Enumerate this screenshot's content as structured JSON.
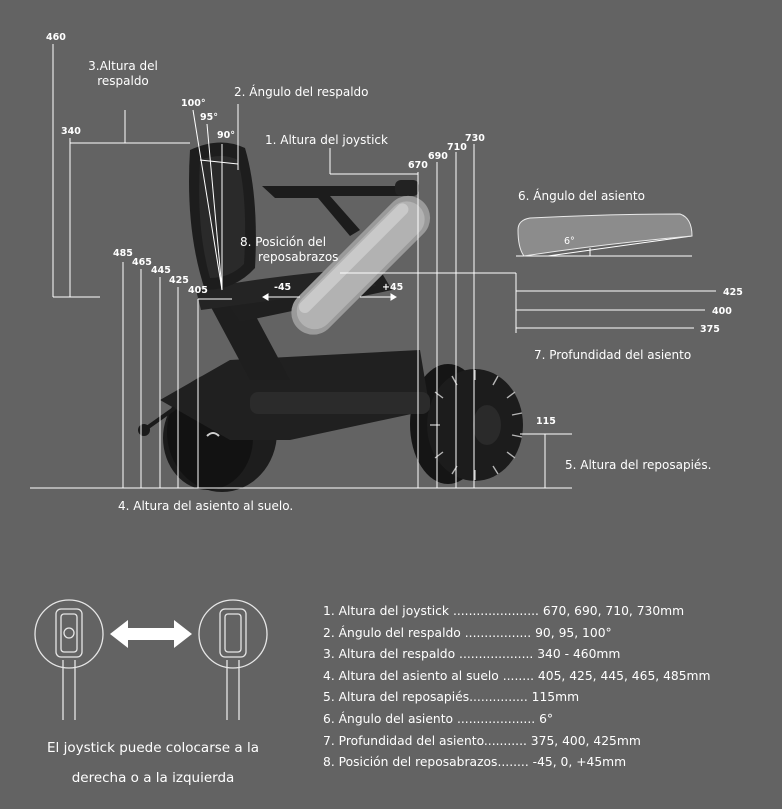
{
  "colors": {
    "background": "#636363",
    "lines": "#ffffff",
    "chair_dark": "#1e1e1e",
    "armrest_silver": "#9a9a9a"
  },
  "labels": {
    "backrest_height": [
      "3.Altura del",
      "respaldo"
    ],
    "backrest_angle": "2. Ángulo del respaldo",
    "joystick_height": "1. Altura del joystick",
    "seat_angle": "6. Ángulo del asiento",
    "armrest_position": [
      "8. Posición del",
      "reposabrazos"
    ],
    "seat_depth": "7. Profundidad del asiento",
    "seat_floor_height": "4. Altura del asiento al suelo.",
    "footrest_height": "5. Altura del reposapiés."
  },
  "values": {
    "backrest_height": [
      "460",
      "340"
    ],
    "backrest_angle": [
      "100°",
      "95°",
      "90°"
    ],
    "seat_height": [
      "485",
      "465",
      "445",
      "425",
      "405"
    ],
    "armrest_offsets": [
      "-45",
      "+45"
    ],
    "joystick": [
      "670",
      "690",
      "710",
      "730"
    ],
    "seat_angle": "6°",
    "seat_depth": [
      "425",
      "400",
      "375"
    ],
    "footrest": "115"
  },
  "spec_list": [
    {
      "label": "1. Altura del joystick",
      "dots": " ......................",
      "value": " 670, 690, 710, 730mm"
    },
    {
      "label": "2. Ángulo del respaldo",
      "dots": " .................",
      "value": " 90, 95, 100°"
    },
    {
      "label": "3. Altura del respaldo",
      "dots": " ...................",
      "value": " 340 - 460mm"
    },
    {
      "label": "4. Altura del asiento al suelo",
      "dots": " ........",
      "value": " 405, 425, 445, 465, 485mm"
    },
    {
      "label": "5. Altura del reposapiés",
      "dots": "...............",
      "value": " 115mm"
    },
    {
      "label": "6. Ángulo del asiento",
      "dots": " ....................",
      "value": " 6°"
    },
    {
      "label": "7. Profundidad del asiento",
      "dots": "...........",
      "value": " 375, 400, 425mm"
    },
    {
      "label": "8. Posición del reposabrazos",
      "dots": "........",
      "value": " -45, 0, +45mm"
    }
  ],
  "joystick_note": [
    "El joystick puede colocarse a la",
    "derecha o a la izquierda"
  ],
  "icons": [
    "wheelchair-illustration",
    "joystick-left-icon",
    "double-arrow-icon",
    "joystick-right-icon"
  ]
}
